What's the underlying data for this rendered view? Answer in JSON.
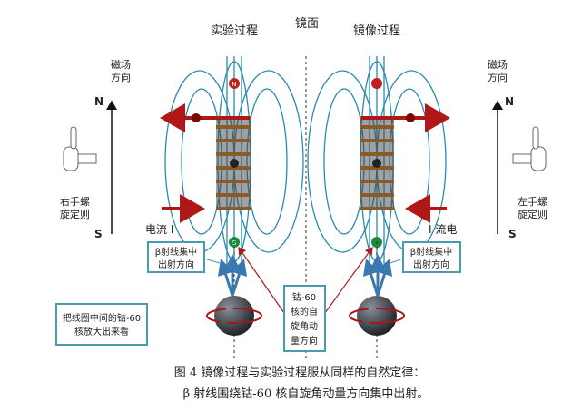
{
  "titles": {
    "experiment": "实验过程",
    "mirror": "镜面",
    "mirror_process": "镜像过程"
  },
  "left": {
    "field_label_1": "磁场",
    "field_label_2": "方向",
    "north": "N",
    "south": "S",
    "rule_1": "右手螺",
    "rule_2": "旋定则",
    "current": "电流 I",
    "beta_1": "β射线集中",
    "beta_2": "出射方向",
    "zoom_1": "把线圈中间的钴-60",
    "zoom_2": "核放大出来看"
  },
  "right": {
    "field_label_1": "磁场",
    "field_label_2": "方向",
    "north": "N",
    "south": "S",
    "rule_1": "左手螺",
    "rule_2": "旋定则",
    "current": "I 流电",
    "beta_1": "β射线集中",
    "beta_2": "出射方向"
  },
  "center_box": [
    "钴-60",
    "核的自",
    "旋角动",
    "量方向"
  ],
  "pole_labels": {
    "n": "N",
    "s": "S"
  },
  "caption": {
    "line1": "图 4  镜像过程与实验过程服从同样的自然定律：",
    "line2": "β  射线围绕钴-60 核自旋角动量方向集中出射。"
  },
  "colors": {
    "field": "#2a8ab0",
    "wire": "#b01818",
    "coil": "#8a5a2a",
    "box": "#4a9ab0"
  }
}
